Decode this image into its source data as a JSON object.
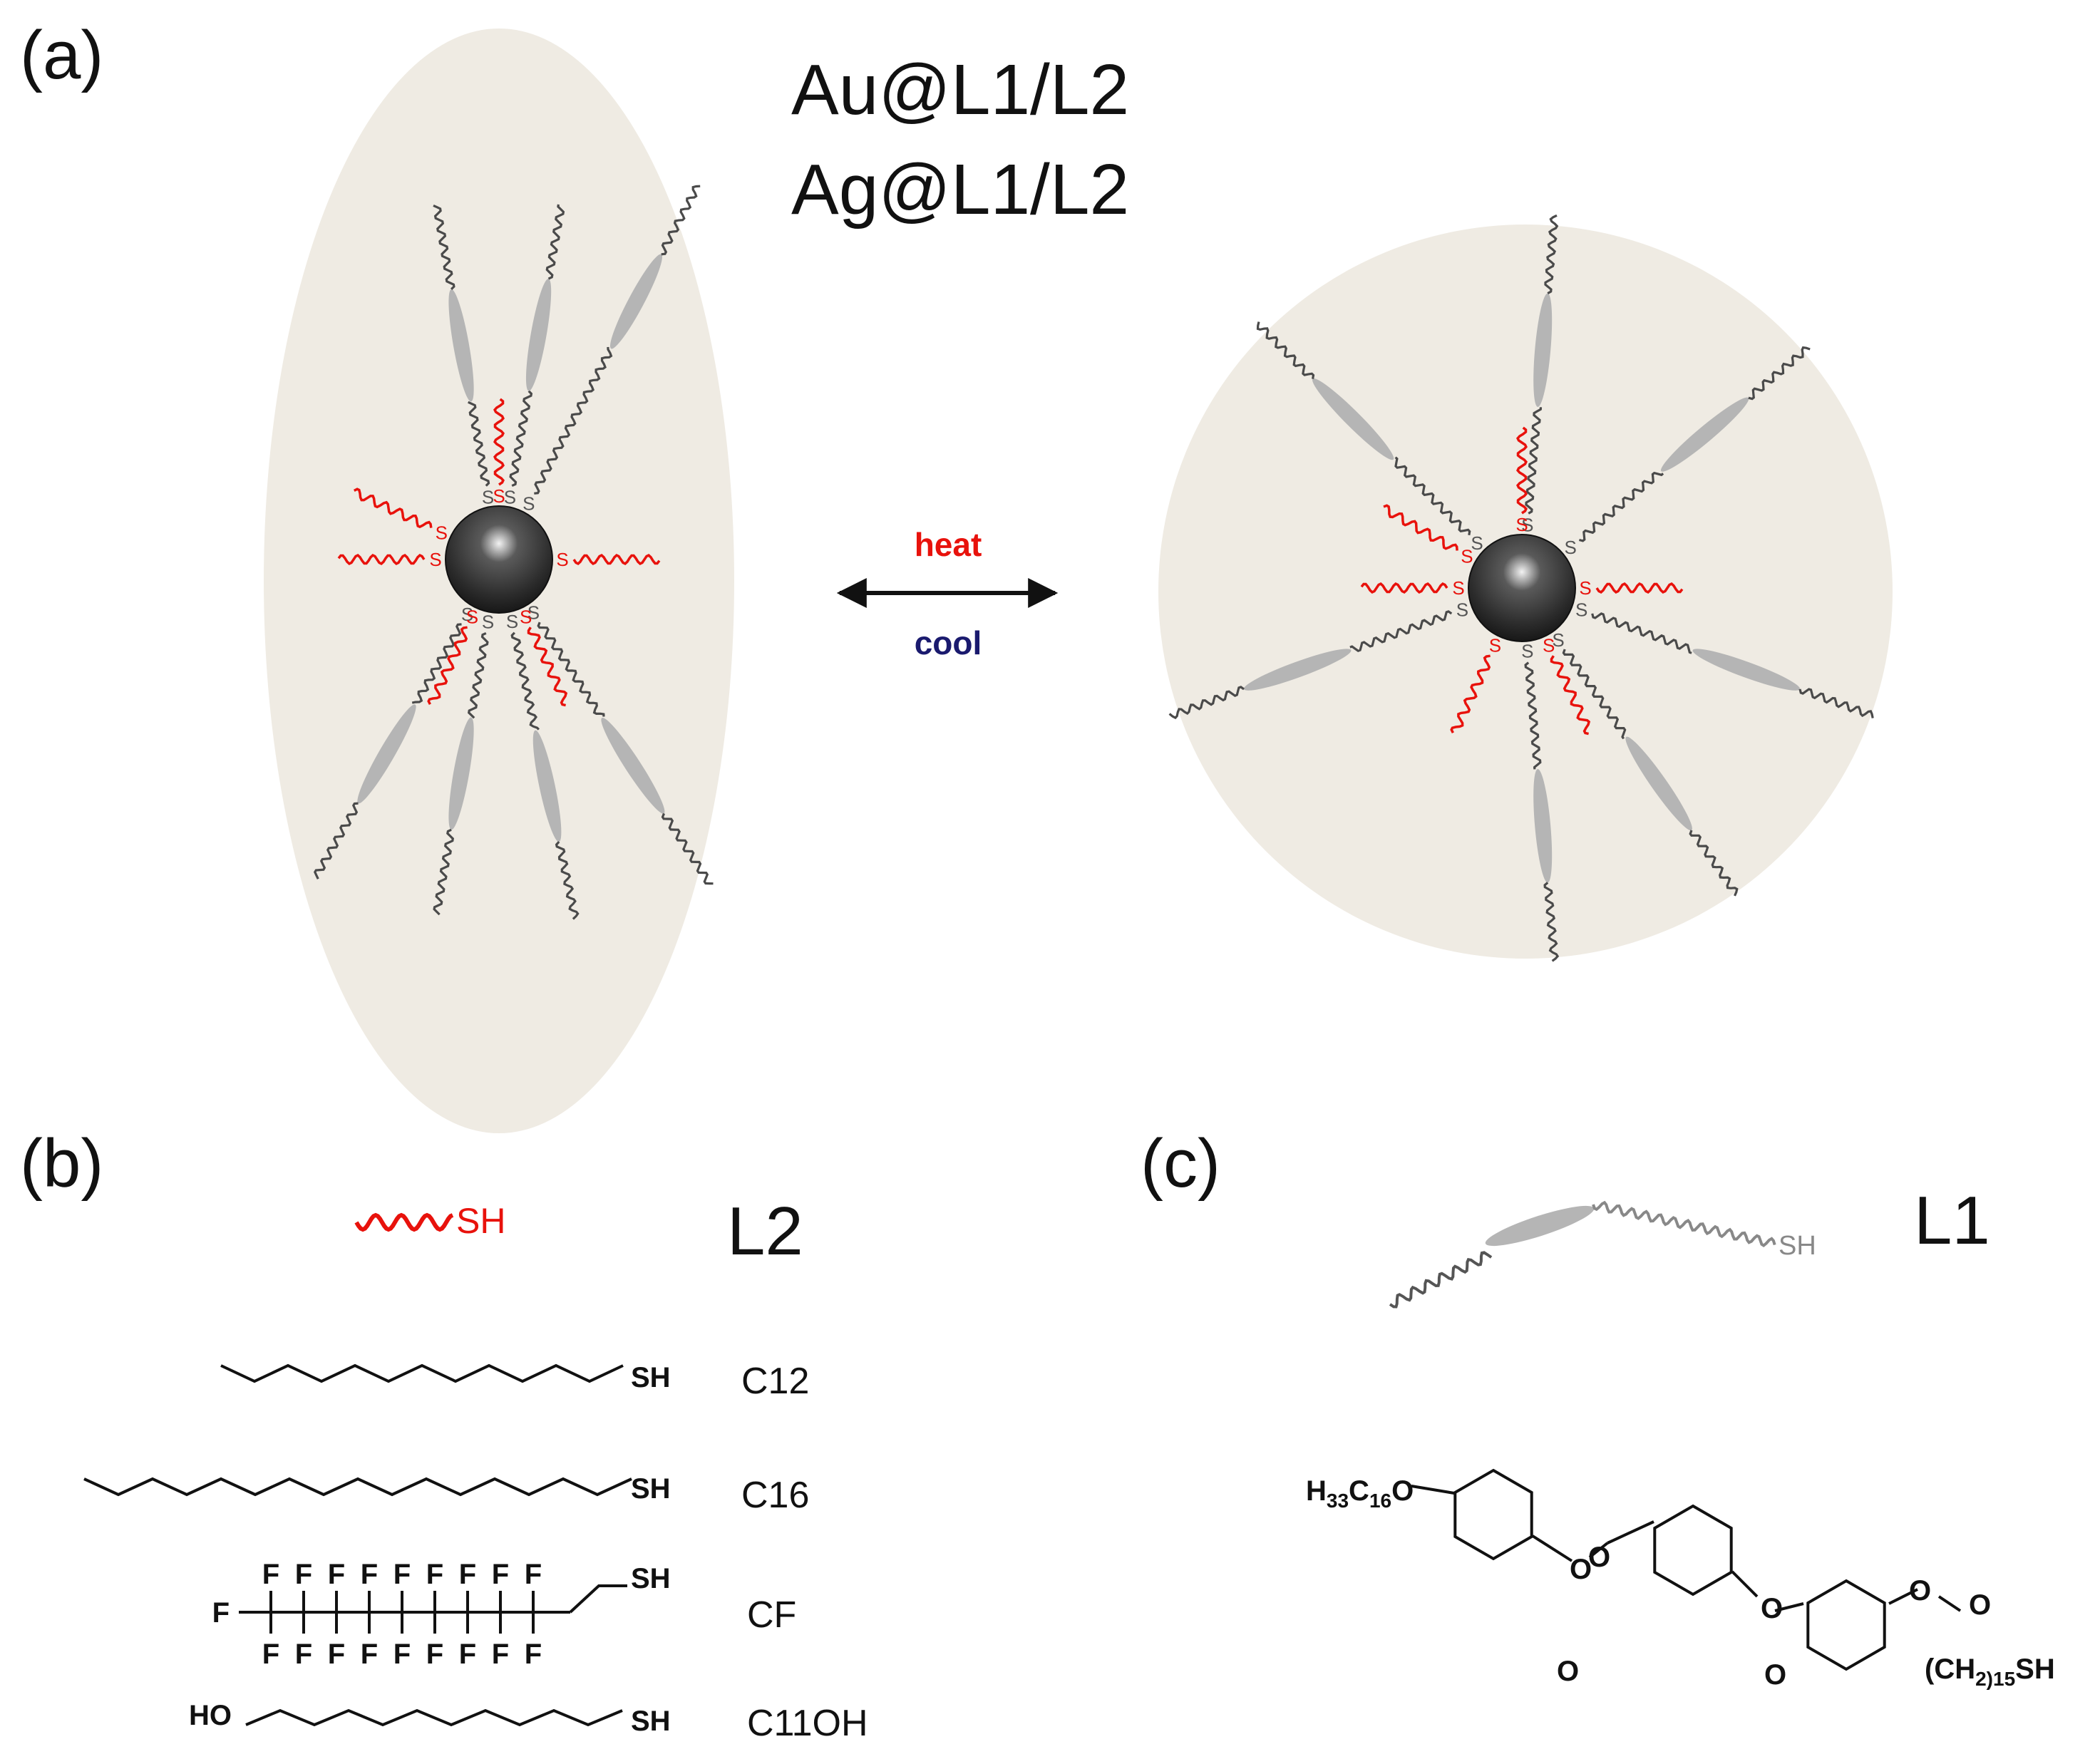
{
  "panels": {
    "a": {
      "label": "(a)",
      "titles": [
        "Au@L1/L2",
        "Ag@L1/L2"
      ],
      "heat": "heat",
      "cool": "cool"
    },
    "b": {
      "label": "(b)",
      "ligand_symbol_text": "SH",
      "ligand_name": "L2",
      "compounds": [
        {
          "name": "C12",
          "thiol": "SH"
        },
        {
          "name": "C16",
          "thiol": "SH"
        },
        {
          "name": "CF",
          "thiol": "SH",
          "atom": "F"
        },
        {
          "name": "C11OH",
          "thiol": "SH",
          "head": "HO"
        }
      ]
    },
    "c": {
      "label": "(c)",
      "ligand_symbol_text": "SH",
      "ligand_name": "L1",
      "structure": {
        "start": "H",
        "sub33": "33",
        "c": "C",
        "sub16": "16",
        "ether": "O",
        "ester_o": "O",
        "chain": "(CH",
        "sub2": "2",
        "sub15": ")15",
        "end": "SH"
      }
    }
  },
  "sulfur": "S",
  "colors": {
    "halo": "#efebe3",
    "core": "#333333",
    "l1_chain": "#4a4a4a",
    "l1_rod": "#b5b5b5",
    "l2": "#e8120c",
    "heat": "#e8120c",
    "cool": "#1a1a6e",
    "text": "#111111"
  }
}
